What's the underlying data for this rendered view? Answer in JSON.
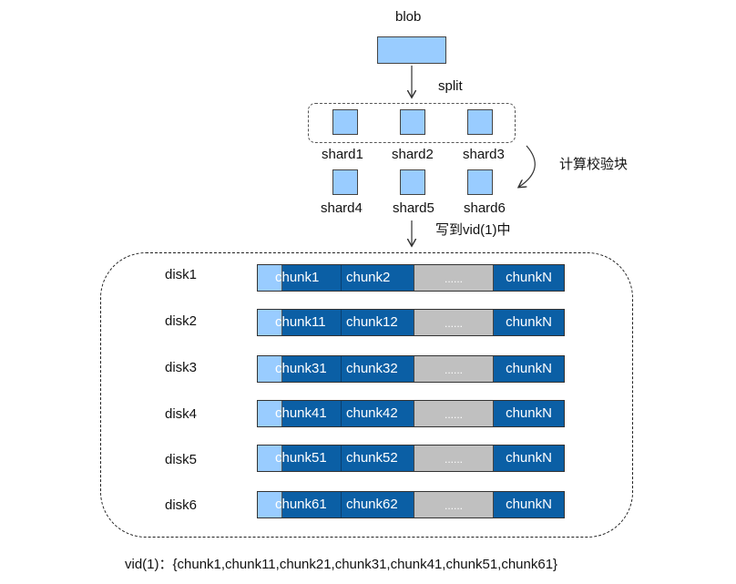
{
  "blob_label": "blob",
  "split_label": "split",
  "shards": [
    "shard1",
    "shard2",
    "shard3",
    "shard4",
    "shard5",
    "shard6"
  ],
  "compute_parity_label": "计算校验块",
  "write_label": "写到vid(1)中",
  "disks": [
    {
      "label": "disk1",
      "chunk_a": "chunk1",
      "chunk_b": "chunk2",
      "dots": "......",
      "chunk_n": "chunkN"
    },
    {
      "label": "disk2",
      "chunk_a": "chunk11",
      "chunk_b": "chunk12",
      "dots": "......",
      "chunk_n": "chunkN"
    },
    {
      "label": "disk3",
      "chunk_a": "chunk31",
      "chunk_b": "chunk32",
      "dots": "......",
      "chunk_n": "chunkN"
    },
    {
      "label": "disk4",
      "chunk_a": "chunk41",
      "chunk_b": "chunk42",
      "dots": "......",
      "chunk_n": "chunkN"
    },
    {
      "label": "disk5",
      "chunk_a": "chunk51",
      "chunk_b": "chunk52",
      "dots": "......",
      "chunk_n": "chunkN"
    },
    {
      "label": "disk6",
      "chunk_a": "chunk61",
      "chunk_b": "chunk62",
      "dots": "......",
      "chunk_n": "chunkN"
    }
  ],
  "vid_line": "vid(1)：{chunk1,chunk11,chunk21,chunk31,chunk41,chunk51,chunk61}",
  "colors": {
    "light_block": "#99ccff",
    "dark_block": "#0b5fa5",
    "placeholder_block": "#c0c0c0"
  }
}
